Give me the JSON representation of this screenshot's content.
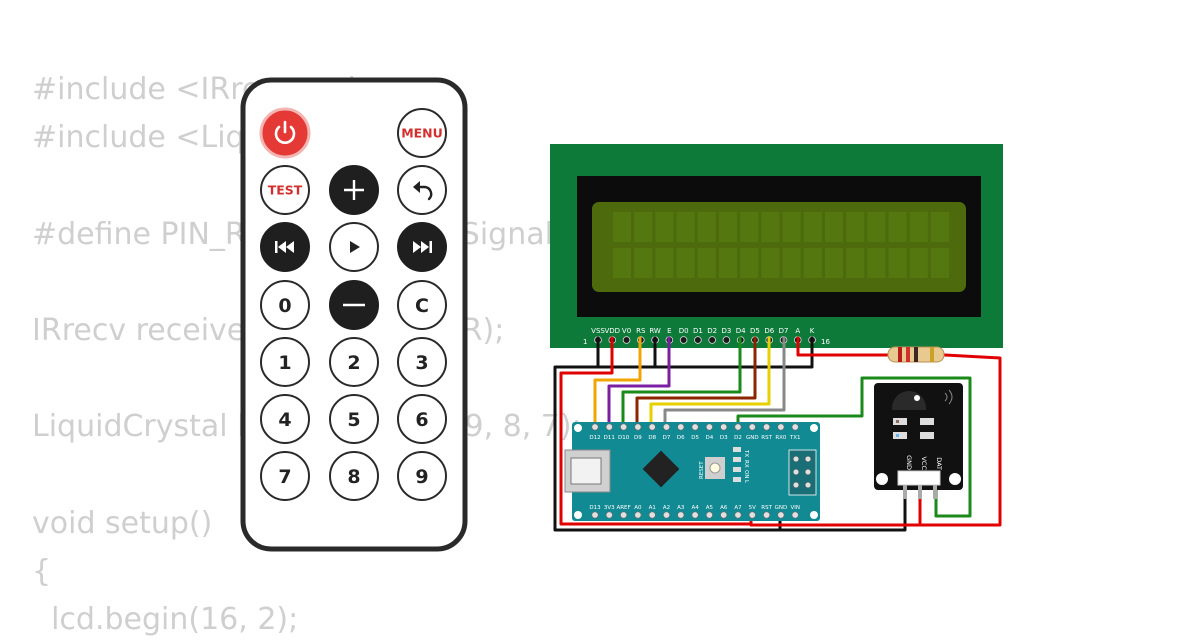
{
  "code_lines": [
    "#include <IRremote.h>",
    "#include <LiquidCrystal.h>",
    "",
    "#define PIN_RECEIVER 2   // Signal",
    "",
    "IRrecv receiver(PIN_RECEIVER);",
    "",
    "LiquidCrystal lcd(12, 11, 10, 9, 8, 7);",
    "",
    "void setup()",
    "{",
    "  lcd.begin(16, 2);"
  ],
  "remote": {
    "buttons": [
      {
        "name": "power",
        "label": "",
        "icon": "power-icon",
        "style": "red"
      },
      {
        "name": "menu",
        "label": "MENU",
        "icon": "",
        "style": "light"
      },
      {
        "name": "test",
        "label": "TEST",
        "icon": "",
        "style": "light"
      },
      {
        "name": "plus",
        "label": "",
        "icon": "plus-icon",
        "style": "dark"
      },
      {
        "name": "back",
        "label": "",
        "icon": "back-arrow-icon",
        "style": "light"
      },
      {
        "name": "prev",
        "label": "",
        "icon": "skip-back-icon",
        "style": "dark"
      },
      {
        "name": "play",
        "label": "",
        "icon": "play-icon",
        "style": "light"
      },
      {
        "name": "next",
        "label": "",
        "icon": "skip-forward-icon",
        "style": "dark"
      },
      {
        "name": "0",
        "label": "0",
        "icon": "",
        "style": "light"
      },
      {
        "name": "minus",
        "label": "",
        "icon": "minus-icon",
        "style": "dark"
      },
      {
        "name": "c",
        "label": "C",
        "icon": "",
        "style": "light"
      },
      {
        "name": "1",
        "label": "1",
        "icon": "",
        "style": "light"
      },
      {
        "name": "2",
        "label": "2",
        "icon": "",
        "style": "light"
      },
      {
        "name": "3",
        "label": "3",
        "icon": "",
        "style": "light"
      },
      {
        "name": "4",
        "label": "4",
        "icon": "",
        "style": "light"
      },
      {
        "name": "5",
        "label": "5",
        "icon": "",
        "style": "light"
      },
      {
        "name": "6",
        "label": "6",
        "icon": "",
        "style": "light"
      },
      {
        "name": "7",
        "label": "7",
        "icon": "",
        "style": "light"
      },
      {
        "name": "8",
        "label": "8",
        "icon": "",
        "style": "light"
      },
      {
        "name": "9",
        "label": "9",
        "icon": "",
        "style": "light"
      }
    ]
  },
  "lcd": {
    "pin_labels": [
      "VSS",
      "VDD",
      "V0",
      "RS",
      "RW",
      "E",
      "D0",
      "D1",
      "D2",
      "D3",
      "D4",
      "D5",
      "D6",
      "D7",
      "A",
      "K"
    ],
    "pin_first": "1",
    "pin_last": "16"
  },
  "nano": {
    "top_labels": [
      "D12",
      "D11",
      "D10",
      "D9",
      "D8",
      "D7",
      "D6",
      "D5",
      "D4",
      "D3",
      "D2",
      "GND",
      "RST",
      "RX0",
      "TX1"
    ],
    "bottom_labels": [
      "D13",
      "3V3",
      "AREF",
      "A0",
      "A1",
      "A2",
      "A3",
      "A4",
      "A5",
      "A6",
      "A7",
      "5V",
      "RST",
      "GND",
      "VIN"
    ],
    "led_labels": [
      "TX",
      "RX",
      "ON",
      "L"
    ],
    "reset_label": "RESET"
  },
  "ir_receiver": {
    "pin_labels": [
      "GND",
      "VCC",
      "DAT"
    ]
  },
  "colors": {
    "remote_power": "#e53935",
    "remote_dark": "#1f1f1f",
    "lcd_board": "#0d7a3a",
    "lcd_screen": "#4d6b0d",
    "nano_board": "#128a93",
    "wire_red": "#e00000",
    "wire_black": "#111111",
    "wire_green": "#1a8a1a",
    "wire_orange": "#f0a500",
    "wire_purple": "#7b1fa2",
    "wire_brown": "#8b2500",
    "wire_yellow": "#e6d000",
    "wire_gray": "#888888"
  }
}
